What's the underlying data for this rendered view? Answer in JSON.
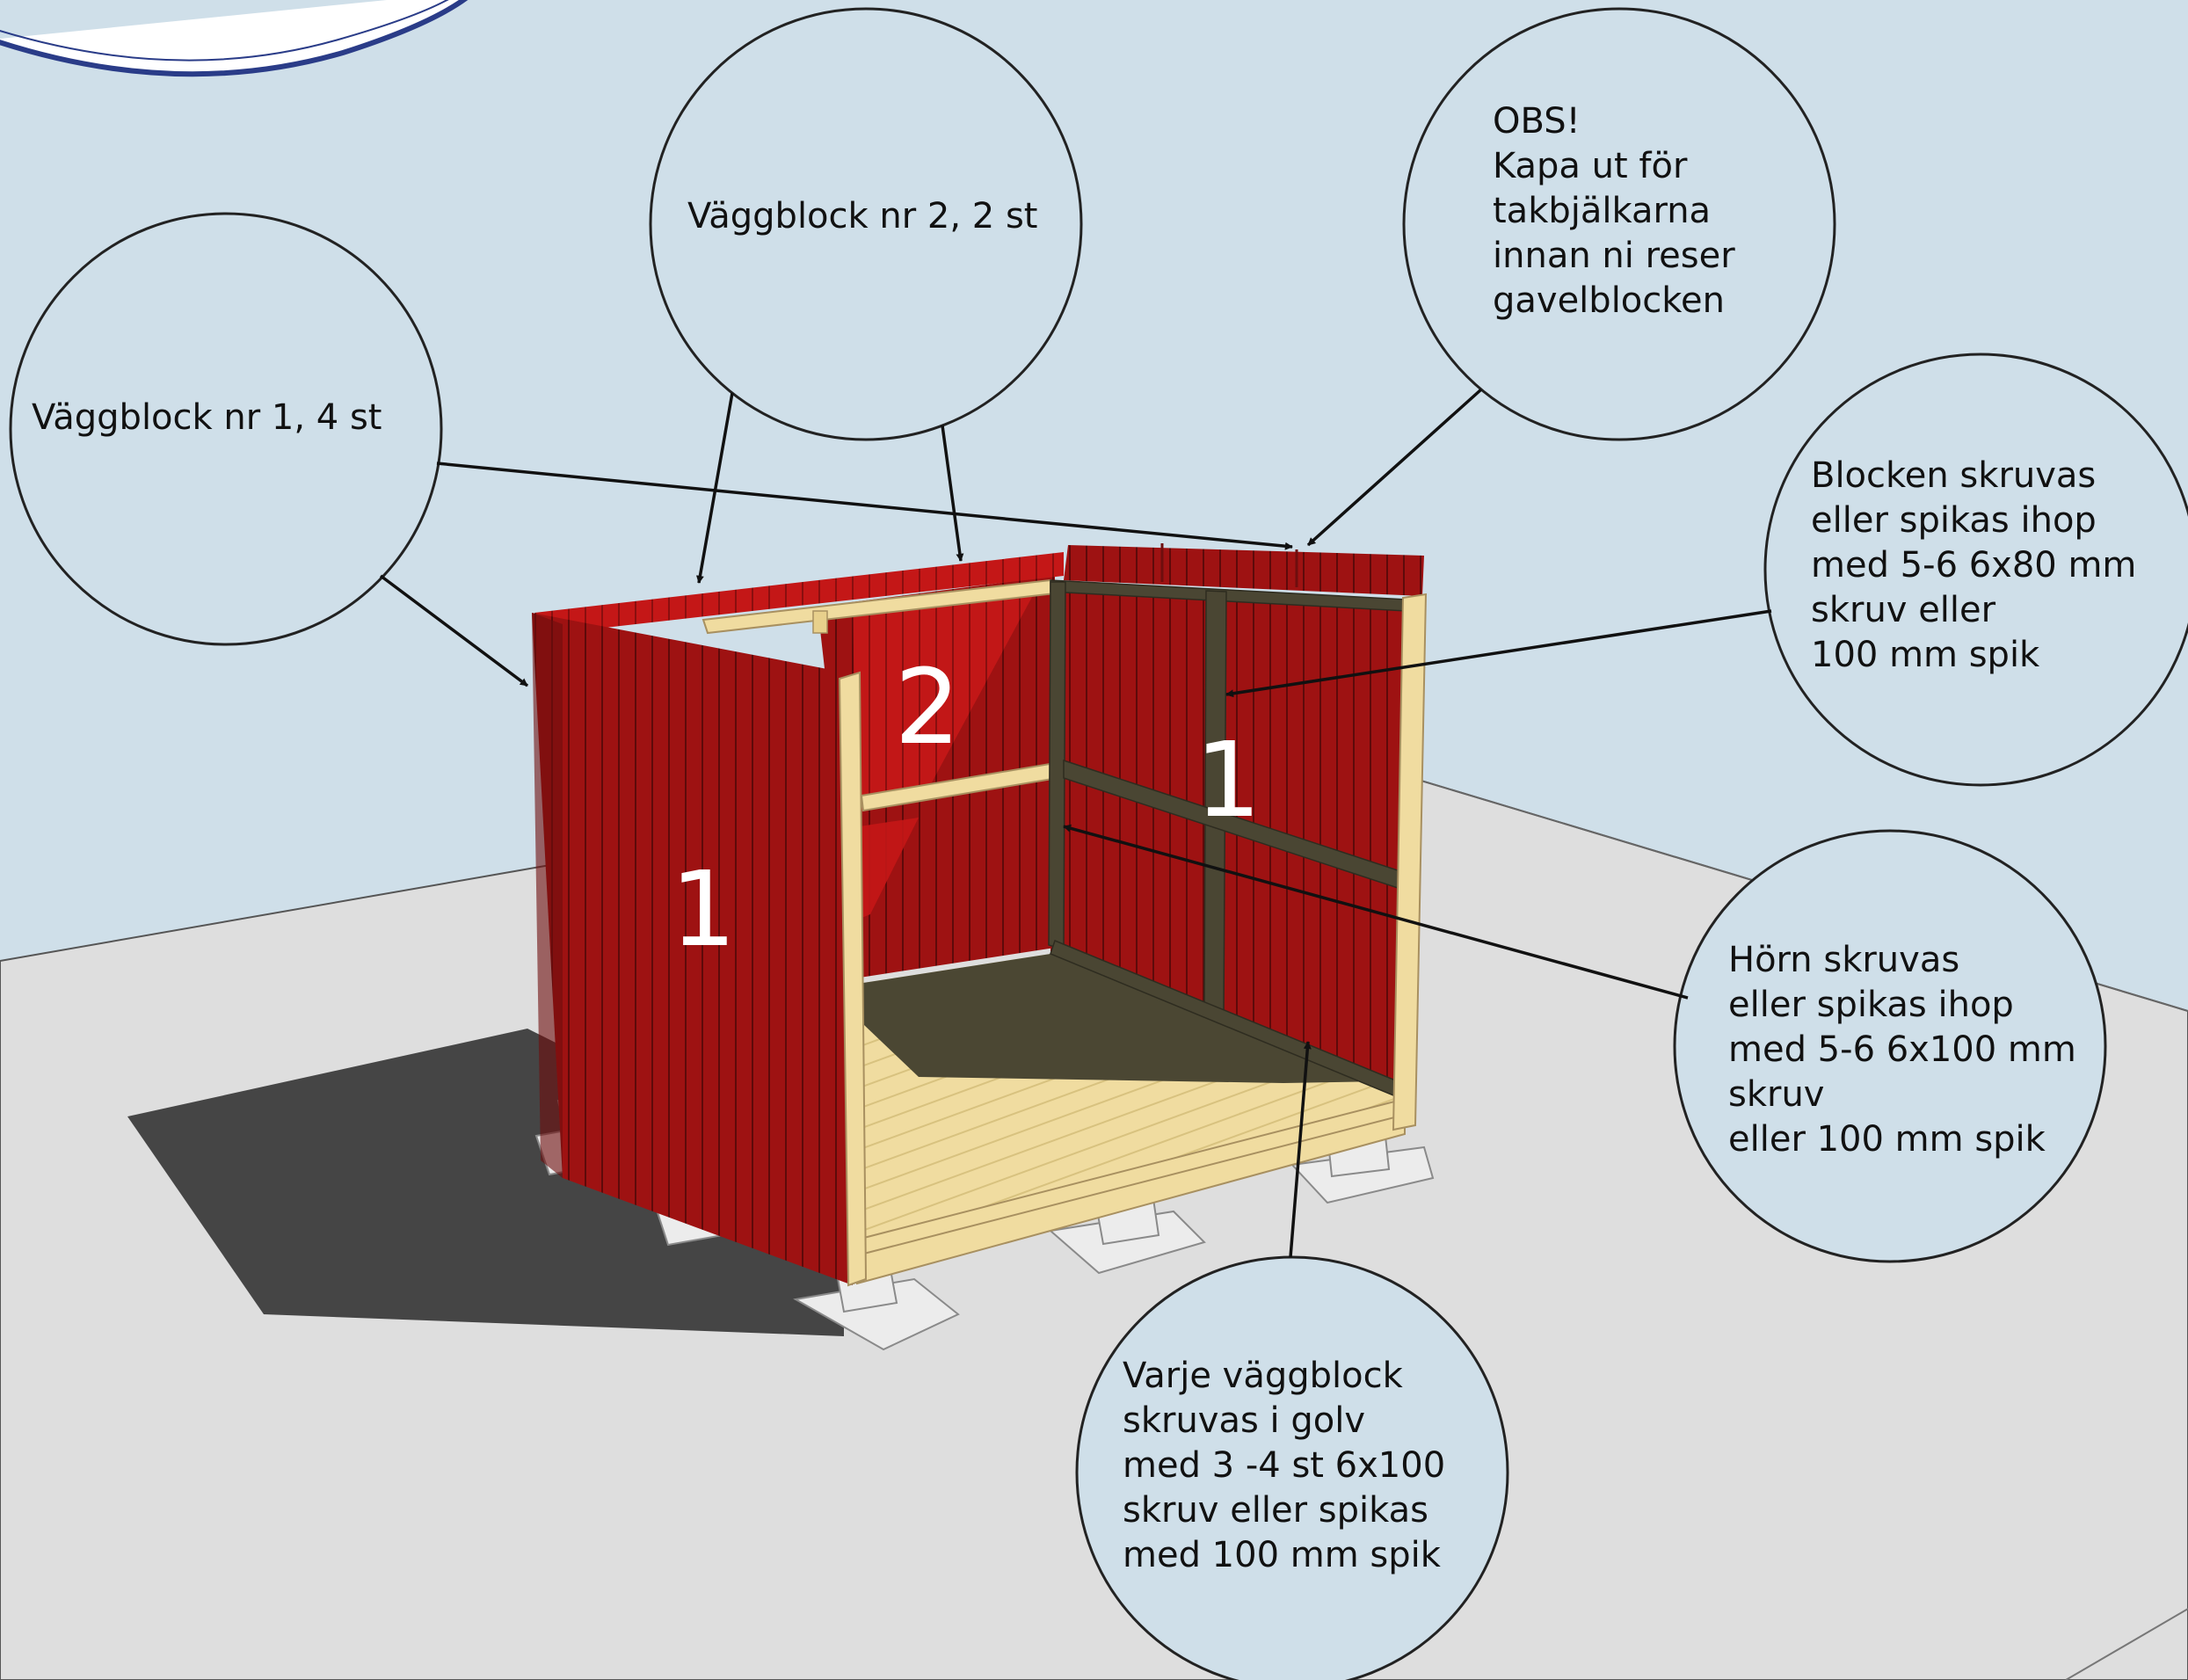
{
  "colors": {
    "sky": "#cfdfe9",
    "ground": "#dedede",
    "shadow": "#454545",
    "cladding": "#9e1212",
    "cladding_lit": "#c41717",
    "cladding_dark": "#6e0e0e",
    "stud": "#4a4633",
    "lumber": "#f0dca0",
    "floor_shadow": "#4b4733",
    "pier": "#ececec",
    "leader": "#111111",
    "bubble_stroke": "#222222",
    "label_white": "#ffffff",
    "logo_stroke": "#2a3c88"
  },
  "callouts": {
    "wall1": "Väggblock nr 1, 4 st",
    "wall2": "Väggblock nr 2, 2 st",
    "obs": "OBS!\nKapa ut för\ntakbjälkarna\ninnan ni reser\ngavelblocken",
    "blocks": "Blocken skruvas\neller spikas ihop\nmed 5-6 6x80 mm\nskruv eller\n100 mm spik",
    "corners": "Hörn skruvas\neller spikas ihop\nmed 5-6 6x100 mm\nskruv\neller 100 mm spik",
    "floor": "Varje väggblock\nskruvas i golv\nmed 3 -4 st 6x100\nskruv eller spikas\nmed 100 mm spik"
  },
  "panel_labels": {
    "left_wall": "1",
    "back_wall": "2",
    "right_wall": "1"
  }
}
